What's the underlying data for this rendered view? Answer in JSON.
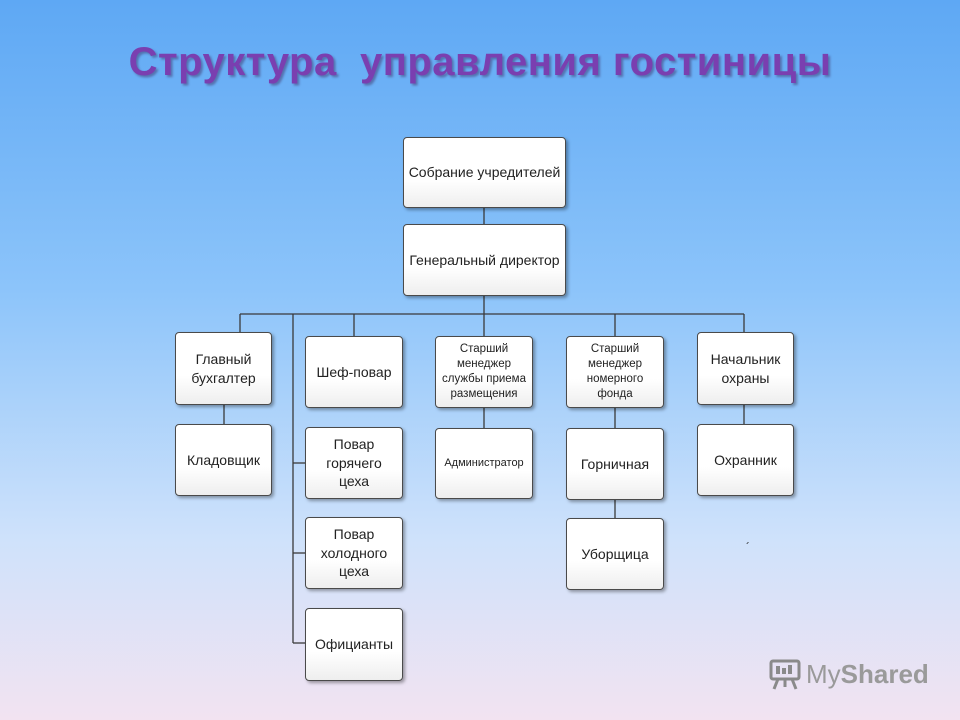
{
  "title": "Структура  управления гостиницы",
  "nodes": {
    "founders": "Собрание учредителей",
    "general_director": "Генеральный директор",
    "chief_accountant": "Главный бухгалтер",
    "chef": "Шеф-повар",
    "senior_manager_reception": "Старший менеджер службы  приема размещения",
    "senior_manager_rooms": "Старший менеджер номерного фонда",
    "head_security": "Начальник охраны",
    "storekeeper": "Кладовщик",
    "hot_shop_cook": "Повар горячего цеха",
    "cold_shop_cook": "Повар холодного цеха",
    "waiters": "Официанты",
    "administrator": "Администратор",
    "maid": "Горничная",
    "cleaner": "Уборщица",
    "guard": "Охранник"
  },
  "stray_mark": "´",
  "watermark": {
    "icon": "presentation-board-icon",
    "text_my": "My",
    "text_shared": "Shared"
  }
}
